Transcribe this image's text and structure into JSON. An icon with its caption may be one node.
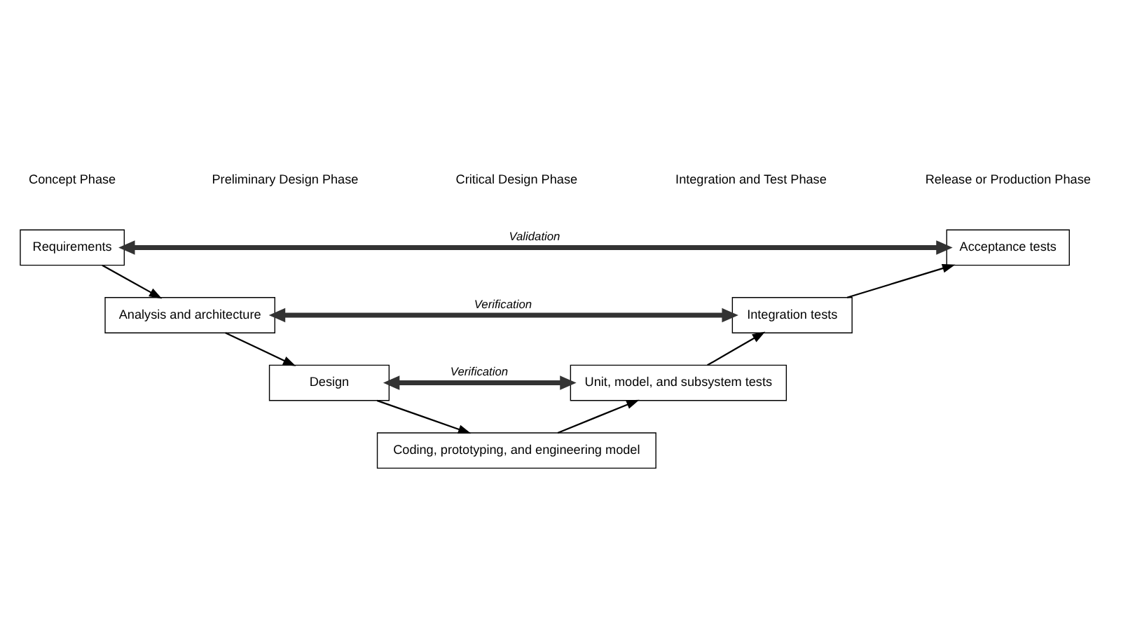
{
  "diagram": {
    "nodes": [
      {
        "text": [
          "Requirements"
        ]
      },
      {
        "text": [
          "Analysis and architecture"
        ]
      },
      {
        "text": [
          "Design"
        ]
      },
      {
        "text": [
          "Coding, prototyping, and engineering model"
        ]
      },
      {
        "text": [
          "Unit, model, and subsystem tests"
        ]
      },
      {
        "text": [
          "Integration tests"
        ]
      },
      {
        "text": [
          "Acceptance tests"
        ]
      }
    ],
    "edges": [
      {
        "from": 0,
        "to": 1,
        "arrow": "to"
      },
      {
        "from": 1,
        "to": 2,
        "arrow": "to"
      },
      {
        "from": 2,
        "to": 3,
        "arrow": "to"
      },
      {
        "from": 3,
        "to": 4,
        "arrow": "to"
      },
      {
        "from": 4,
        "to": 5,
        "arrow": "to"
      },
      {
        "from": 5,
        "to": 6,
        "arrow": "to"
      },
      {
        "from": 0,
        "to": 6,
        "arrow": "both",
        "label": "Validation",
        "style": "thick"
      },
      {
        "from": 1,
        "to": 5,
        "arrow": "both",
        "label": "Verification",
        "style": "thick"
      },
      {
        "from": 2,
        "to": 4,
        "arrow": "both",
        "label": "Verification",
        "style": "thick"
      }
    ],
    "labels": [
      "Concept Phase",
      "Preliminary Design Phase",
      "Critical Design Phase",
      "Integration and Test Phase",
      "Release or Production Phase"
    ]
  }
}
